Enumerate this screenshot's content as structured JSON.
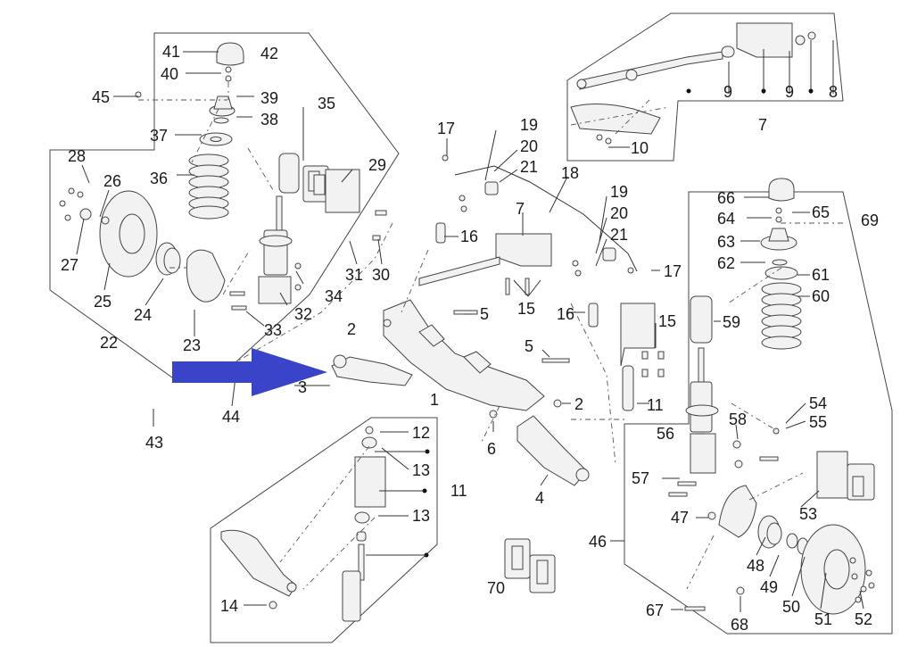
{
  "labels": [
    {
      "id": "41",
      "text": "41"
    },
    {
      "id": "42",
      "text": "42"
    },
    {
      "id": "40",
      "text": "40"
    },
    {
      "id": "45",
      "text": "45"
    },
    {
      "id": "39",
      "text": "39"
    },
    {
      "id": "38",
      "text": "38"
    },
    {
      "id": "37",
      "text": "37"
    },
    {
      "id": "35",
      "text": "35"
    },
    {
      "id": "36",
      "text": "36"
    },
    {
      "id": "28",
      "text": "28"
    },
    {
      "id": "26",
      "text": "26"
    },
    {
      "id": "29",
      "text": "29"
    },
    {
      "id": "27",
      "text": "27"
    },
    {
      "id": "25",
      "text": "25"
    },
    {
      "id": "24",
      "text": "24"
    },
    {
      "id": "22",
      "text": "22"
    },
    {
      "id": "23",
      "text": "23"
    },
    {
      "id": "31",
      "text": "31"
    },
    {
      "id": "30",
      "text": "30"
    },
    {
      "id": "34",
      "text": "34"
    },
    {
      "id": "32",
      "text": "32"
    },
    {
      "id": "33",
      "text": "33"
    },
    {
      "id": "43",
      "text": "43"
    },
    {
      "id": "44",
      "text": "44"
    },
    {
      "id": "3",
      "text": "3"
    },
    {
      "id": "2a",
      "text": "2"
    },
    {
      "id": "5a",
      "text": "5"
    },
    {
      "id": "1",
      "text": "1"
    },
    {
      "id": "5b",
      "text": "5"
    },
    {
      "id": "2b",
      "text": "2"
    },
    {
      "id": "6",
      "text": "6"
    },
    {
      "id": "4",
      "text": "4"
    },
    {
      "id": "17a",
      "text": "17"
    },
    {
      "id": "19a",
      "text": "19"
    },
    {
      "id": "20a",
      "text": "20"
    },
    {
      "id": "21a",
      "text": "21"
    },
    {
      "id": "18",
      "text": "18"
    },
    {
      "id": "16a",
      "text": "16"
    },
    {
      "id": "7a",
      "text": "7"
    },
    {
      "id": "15a",
      "text": "15"
    },
    {
      "id": "19b",
      "text": "19"
    },
    {
      "id": "20b",
      "text": "20"
    },
    {
      "id": "21b",
      "text": "21"
    },
    {
      "id": "17b",
      "text": "17"
    },
    {
      "id": "16b",
      "text": "16"
    },
    {
      "id": "15b",
      "text": "15"
    },
    {
      "id": "11a",
      "text": "11"
    },
    {
      "id": "9a",
      "text": "9"
    },
    {
      "id": "9b",
      "text": "9"
    },
    {
      "id": "8",
      "text": "8"
    },
    {
      "id": "7b",
      "text": "7"
    },
    {
      "id": "10",
      "text": "10"
    },
    {
      "id": "66",
      "text": "66"
    },
    {
      "id": "65",
      "text": "65"
    },
    {
      "id": "69",
      "text": "69"
    },
    {
      "id": "64",
      "text": "64"
    },
    {
      "id": "63",
      "text": "63"
    },
    {
      "id": "62",
      "text": "62"
    },
    {
      "id": "61",
      "text": "61"
    },
    {
      "id": "60",
      "text": "60"
    },
    {
      "id": "59",
      "text": "59"
    },
    {
      "id": "54",
      "text": "54"
    },
    {
      "id": "55",
      "text": "55"
    },
    {
      "id": "58",
      "text": "58"
    },
    {
      "id": "56",
      "text": "56"
    },
    {
      "id": "53",
      "text": "53"
    },
    {
      "id": "57",
      "text": "57"
    },
    {
      "id": "47",
      "text": "47"
    },
    {
      "id": "46",
      "text": "46"
    },
    {
      "id": "48",
      "text": "48"
    },
    {
      "id": "49",
      "text": "49"
    },
    {
      "id": "50",
      "text": "50"
    },
    {
      "id": "51",
      "text": "51"
    },
    {
      "id": "52",
      "text": "52"
    },
    {
      "id": "67",
      "text": "67"
    },
    {
      "id": "68",
      "text": "68"
    },
    {
      "id": "12",
      "text": "12"
    },
    {
      "id": "13a",
      "text": "13"
    },
    {
      "id": "11b",
      "text": "11"
    },
    {
      "id": "13b",
      "text": "13"
    },
    {
      "id": "14",
      "text": "14"
    },
    {
      "id": "70",
      "text": "70"
    }
  ],
  "colors": {
    "arrow": "#3a44c8",
    "line": "#333333",
    "part_fill": "#f2f2f2"
  },
  "icons": {
    "pointer": "arrow-right-icon"
  }
}
